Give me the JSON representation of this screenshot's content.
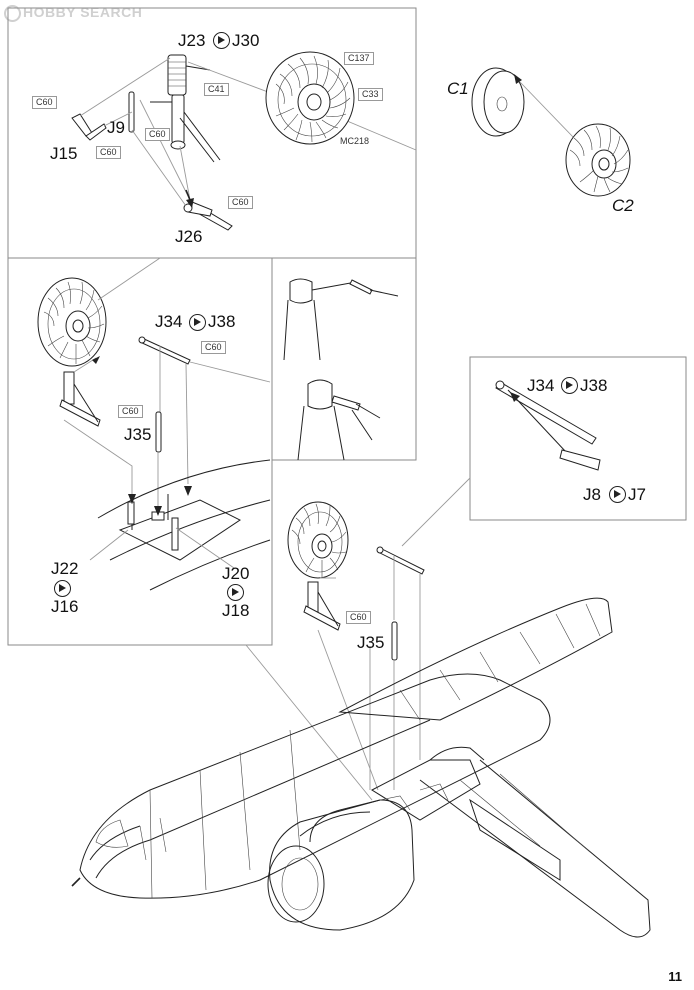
{
  "watermark": {
    "text": "HOBBY SEARCH"
  },
  "page_number": "11",
  "step_top_left": {
    "callouts": {
      "j23": "J23",
      "j30": "J30",
      "j9": "J9",
      "j15": "J15",
      "j26": "J26"
    },
    "tags": {
      "c60_a": "C60",
      "c60_b": "C60",
      "c60_c": "C60",
      "c60_d": "C60",
      "c41": "C41",
      "c137": "C137",
      "c33": "C33",
      "mc218": "MC218"
    }
  },
  "step_top_right": {
    "callouts": {
      "c1": "C1",
      "c2": "C2"
    }
  },
  "step_middle_left": {
    "callouts": {
      "j34": "J34",
      "j38": "J38",
      "j35": "J35",
      "j22": "J22",
      "j16": "J16",
      "j20": "J20",
      "j18": "J18"
    },
    "tags": {
      "c60_a": "C60",
      "c60_b": "C60"
    }
  },
  "step_middle_right": {
    "callouts": {
      "j34": "J34",
      "j38": "J38",
      "j8": "J8",
      "j7": "J7"
    }
  },
  "step_bottom": {
    "callouts": {
      "j35": "J35"
    },
    "tags": {
      "c60": "C60"
    }
  }
}
